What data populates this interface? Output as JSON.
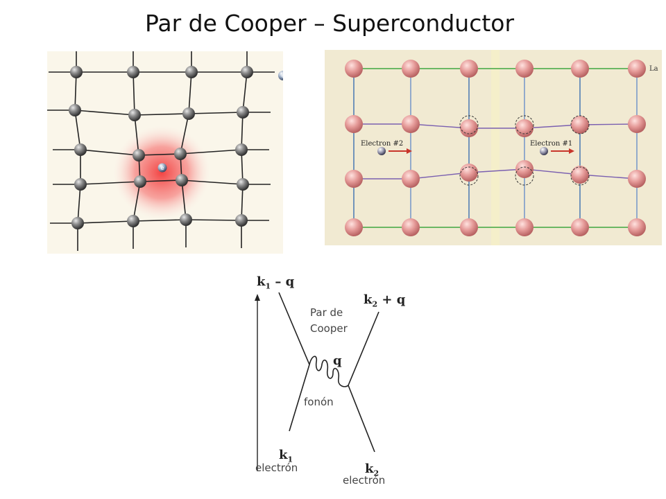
{
  "title": "Par de Cooper – Superconductor",
  "left_panel": {
    "electron_label": "e"
  },
  "right_panel": {
    "electron2_label": "Electron #2",
    "electron1_label": "Electron #1",
    "edge_label": "La"
  },
  "feynman": {
    "k1_minus_q": {
      "base": "k",
      "sub": "1",
      "rest": " – q"
    },
    "k2_plus_q": {
      "base": "k",
      "sub": "2",
      "rest": " + q"
    },
    "q": "q",
    "k1": {
      "base": "k",
      "sub": "1"
    },
    "k2": {
      "base": "k",
      "sub": "2"
    },
    "cooper_line1": "Par de",
    "cooper_line2": "Cooper",
    "phonon": "fonón",
    "electron_left": "electrón",
    "electron_right": "electrón"
  },
  "colors": {
    "grid_line": "#222222",
    "sphere_grey": "#7a7a7a",
    "sphere_pink": "#e79a9a",
    "glow_red": "#f23a3a",
    "arrow_red": "#c8352a"
  }
}
